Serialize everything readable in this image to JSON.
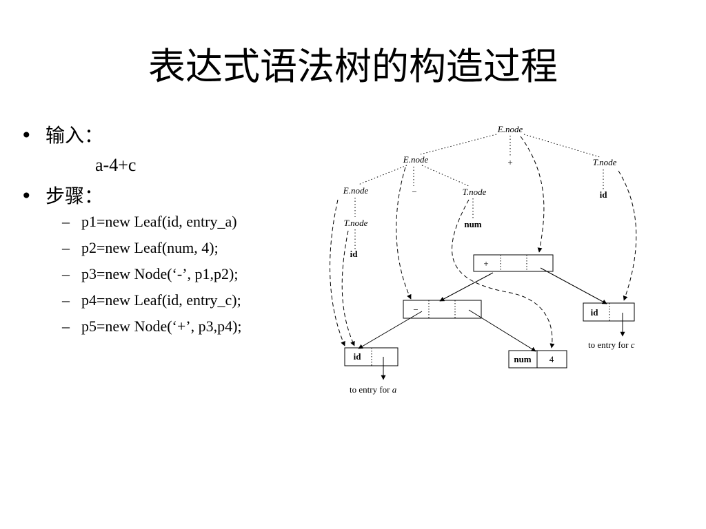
{
  "title": "表达式语法树的构造过程",
  "bullets": [
    {
      "label": "输入：",
      "detail": "a-4+c"
    },
    {
      "label": "步骤："
    }
  ],
  "steps": [
    "p1=new Leaf(id, entry_a)",
    "p2=new Leaf(num, 4);",
    "p3=new Node(‘-’, p1,p2);",
    "p4=new Leaf(id, entry_c);",
    "p5=new Node(‘+’, p3,p4);"
  ],
  "diagram": {
    "parse_tree": {
      "root": "E.node",
      "e_mid": "E.node",
      "plus": "+",
      "t_right": "T.node",
      "id_right": "id",
      "e_low": "E.node",
      "minus": "−",
      "t_mid": "T.node",
      "num": "num",
      "t_low": "T.node",
      "id_low": "id"
    },
    "syntax_tree": {
      "plus_op": "+",
      "minus_op": "−",
      "leaf_id_c": "id",
      "leaf_id_a": "id",
      "leaf_num": "num",
      "leaf_num_value": "4",
      "entry_c_prefix": "to entry for",
      "entry_c_var": "c",
      "entry_a_prefix": "to entry for",
      "entry_a_var": "a"
    }
  },
  "colors": {
    "text": "#000000",
    "background": "#ffffff"
  }
}
